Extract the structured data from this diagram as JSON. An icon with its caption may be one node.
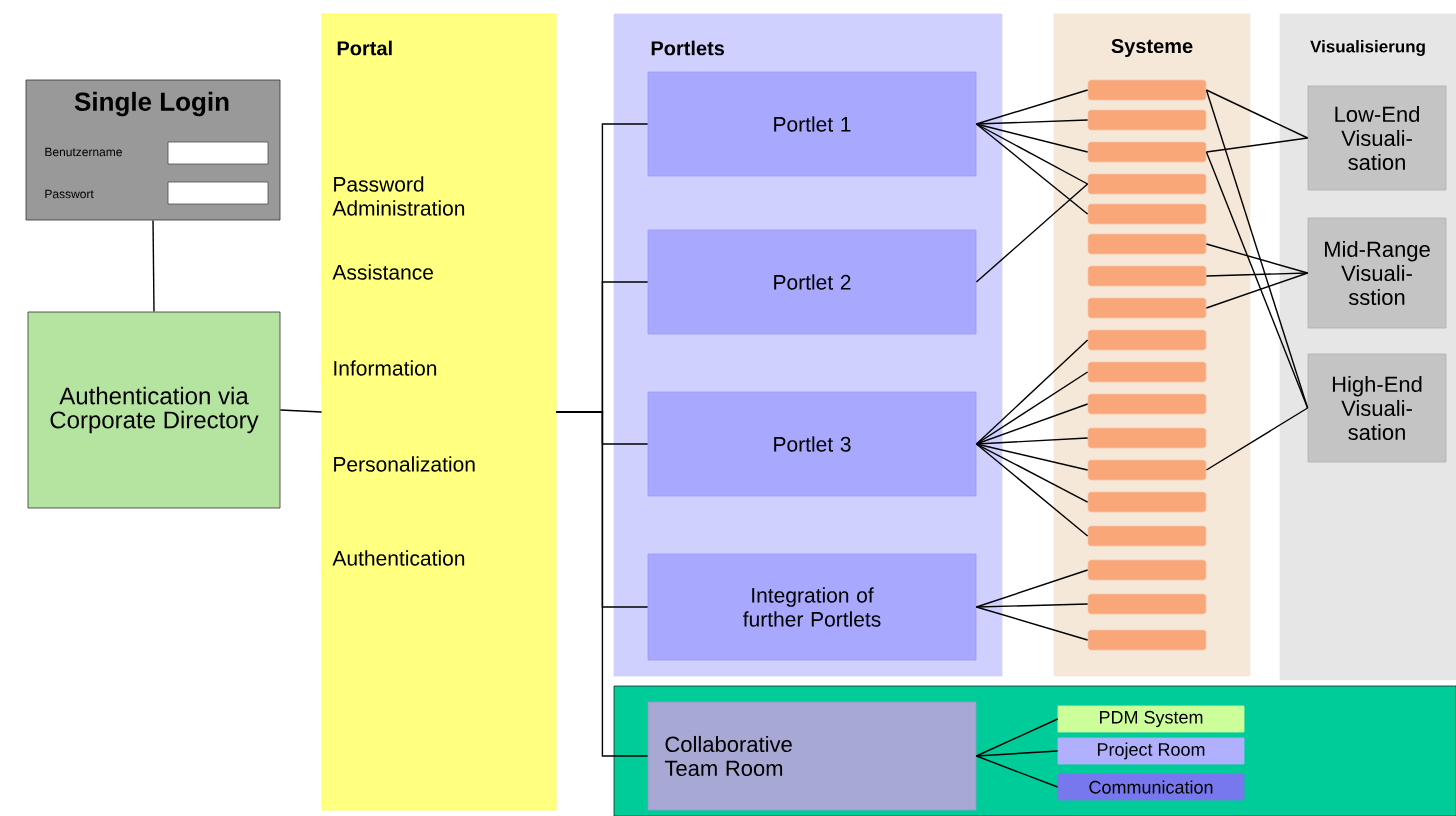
{
  "diagram": {
    "nodes": [
      {
        "text": [
          "Single Login",
          "Benutzername",
          "Passwort"
        ]
      },
      {
        "text": [
          "Authentication via Corporate Directory"
        ]
      },
      {
        "text": [
          "Portal",
          "Password Administration",
          "Assistance",
          "Information",
          "Personalization",
          "Authentication"
        ]
      },
      {
        "text": [
          "Portlets"
        ]
      },
      {
        "text": [
          "Portlet 1"
        ],
        "in": 3
      },
      {
        "text": [
          "Portlet 2"
        ],
        "in": 3
      },
      {
        "text": [
          "Portlet 3"
        ],
        "in": 3
      },
      {
        "text": [
          "Integration of further Portlets"
        ],
        "in": 3
      },
      {
        "text": [
          "Systeme"
        ]
      },
      {
        "text": [],
        "shape": "bar",
        "in": 8
      },
      {
        "text": [],
        "shape": "bar",
        "in": 8
      },
      {
        "text": [],
        "shape": "bar",
        "in": 8
      },
      {
        "text": [],
        "shape": "bar",
        "in": 8
      },
      {
        "text": [],
        "shape": "bar",
        "in": 8
      },
      {
        "text": [],
        "shape": "bar",
        "in": 8
      },
      {
        "text": [],
        "shape": "bar",
        "in": 8
      },
      {
        "text": [],
        "shape": "bar",
        "in": 8
      },
      {
        "text": [],
        "shape": "bar",
        "in": 8
      },
      {
        "text": [],
        "shape": "bar",
        "in": 8
      },
      {
        "text": [],
        "shape": "bar",
        "in": 8
      },
      {
        "text": [],
        "shape": "bar",
        "in": 8
      },
      {
        "text": [],
        "shape": "bar",
        "in": 8
      },
      {
        "text": [],
        "shape": "bar",
        "in": 8
      },
      {
        "text": [],
        "shape": "bar",
        "in": 8
      },
      {
        "text": [],
        "shape": "bar",
        "in": 8
      },
      {
        "text": [],
        "shape": "bar",
        "in": 8
      },
      {
        "text": [],
        "shape": "bar",
        "in": 8
      },
      {
        "text": [
          "Visualisierung"
        ]
      },
      {
        "text": [
          "Low-End Visuali- sation"
        ],
        "in": 27
      },
      {
        "text": [
          "Mid-Range Visuali- sstion"
        ],
        "in": 27
      },
      {
        "text": [
          "High-End Visuali- sation"
        ],
        "in": 27
      },
      {
        "text": [],
        "shape": "box"
      },
      {
        "text": [
          "Collaborative Team Room"
        ],
        "in": 31
      },
      {
        "text": [
          "PDM System"
        ],
        "in": 31
      },
      {
        "text": [
          "Project Room"
        ],
        "in": 31
      },
      {
        "text": [
          "Communication"
        ],
        "in": 31
      }
    ],
    "edges": [
      {
        "from": 0,
        "to": 1,
        "arrow": "none"
      },
      {
        "from": 1,
        "to": 2,
        "arrow": "none"
      },
      {
        "from": 2,
        "to": 4,
        "arrow": "none"
      },
      {
        "from": 2,
        "to": 5,
        "arrow": "none"
      },
      {
        "from": 2,
        "to": 6,
        "arrow": "none"
      },
      {
        "from": 2,
        "to": 7,
        "arrow": "none"
      },
      {
        "from": 2,
        "to": 32,
        "arrow": "none"
      },
      {
        "from": 4,
        "to": 9,
        "arrow": "none"
      },
      {
        "from": 4,
        "to": 10,
        "arrow": "none"
      },
      {
        "from": 4,
        "to": 11,
        "arrow": "none"
      },
      {
        "from": 4,
        "to": 12,
        "arrow": "none"
      },
      {
        "from": 4,
        "to": 13,
        "arrow": "none"
      },
      {
        "from": 5,
        "to": 12,
        "arrow": "none"
      },
      {
        "from": 6,
        "to": 17,
        "arrow": "none"
      },
      {
        "from": 6,
        "to": 18,
        "arrow": "none"
      },
      {
        "from": 6,
        "to": 19,
        "arrow": "none"
      },
      {
        "from": 6,
        "to": 20,
        "arrow": "none"
      },
      {
        "from": 6,
        "to": 21,
        "arrow": "none"
      },
      {
        "from": 6,
        "to": 22,
        "arrow": "none"
      },
      {
        "from": 6,
        "to": 23,
        "arrow": "none"
      },
      {
        "from": 7,
        "to": 24,
        "arrow": "none"
      },
      {
        "from": 7,
        "to": 25,
        "arrow": "none"
      },
      {
        "from": 7,
        "to": 26,
        "arrow": "none"
      },
      {
        "from": 9,
        "to": 28,
        "arrow": "none"
      },
      {
        "from": 11,
        "to": 28,
        "arrow": "none"
      },
      {
        "from": 14,
        "to": 29,
        "arrow": "none"
      },
      {
        "from": 15,
        "to": 29,
        "arrow": "none"
      },
      {
        "from": 16,
        "to": 29,
        "arrow": "none"
      },
      {
        "from": 9,
        "to": 30,
        "arrow": "none"
      },
      {
        "from": 11,
        "to": 30,
        "arrow": "none"
      },
      {
        "from": 21,
        "to": 30,
        "arrow": "none"
      },
      {
        "from": 32,
        "to": 33,
        "arrow": "none"
      },
      {
        "from": 32,
        "to": 34,
        "arrow": "none"
      },
      {
        "from": 32,
        "to": 35,
        "arrow": "none"
      }
    ]
  }
}
